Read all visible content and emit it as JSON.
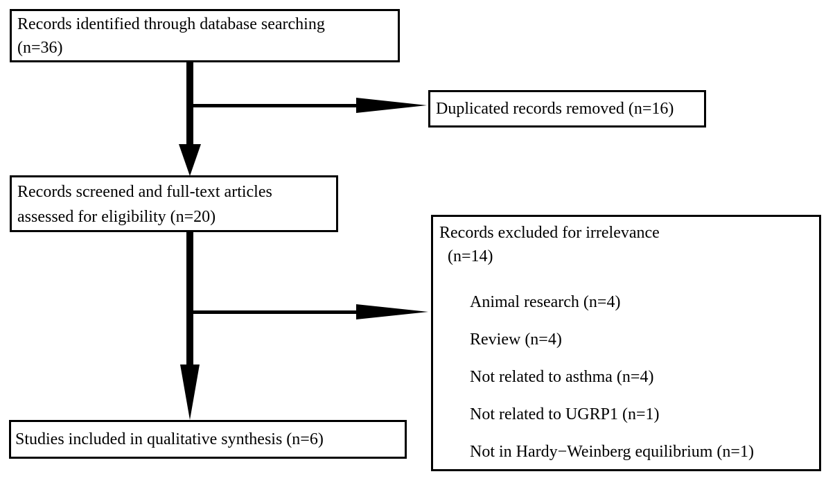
{
  "colors": {
    "background": "#ffffff",
    "line": "#000000",
    "text": "#000000"
  },
  "boxes": {
    "identification": {
      "lines": [
        "Records identified through database searching",
        "(n=36)"
      ]
    },
    "duplicates": {
      "text": "Duplicated records removed (n=16)"
    },
    "screening": {
      "lines": [
        "Records screened and full-text articles",
        "assessed for eligibility (n=20)"
      ]
    },
    "excluded": {
      "title": "Records excluded for irrelevance",
      "count": "(n=14)",
      "items": [
        "Animal research (n=4)",
        "Review (n=4)",
        "Not related to asthma (n=4)",
        "Not related to UGRP1 (n=1)",
        "Not in Hardy−Weinberg equilibrium (n=1)"
      ]
    },
    "included": {
      "text": "Studies included in qualitative synthesis (n=6)"
    }
  }
}
